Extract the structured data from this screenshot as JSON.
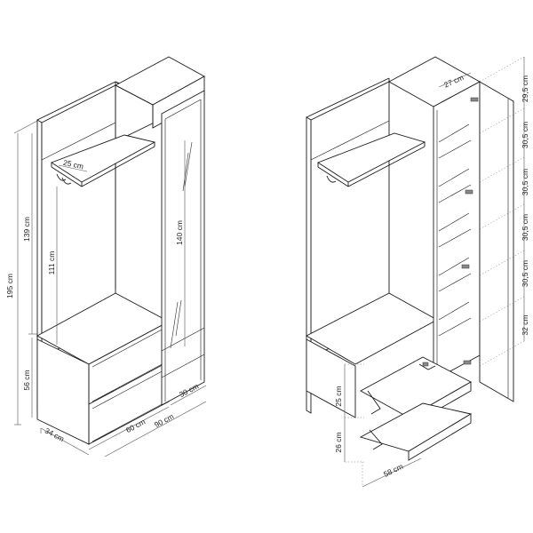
{
  "left_view": {
    "dims": {
      "total_height": "195 cm",
      "upper_height": "139 cm",
      "lower_height": "56 cm",
      "hanger_height": "111 cm",
      "shelf_depth": "25 cm",
      "mirror_height": "140 cm",
      "depth": "34 cm",
      "width_left": "60 cm",
      "width_total": "90 cm",
      "width_right": "30 cm"
    }
  },
  "right_view": {
    "dims": {
      "column_depth": "27 cm",
      "shelf_1": "29,5 cm",
      "shelf_2": "30,5 cm",
      "shelf_3": "30,5 cm",
      "shelf_4": "30,5 cm",
      "shelf_5": "30,5 cm",
      "shelf_6": "32 cm",
      "drawer_1": "25 cm",
      "drawer_2": "26 cm",
      "drawer_width": "58 cm"
    }
  }
}
